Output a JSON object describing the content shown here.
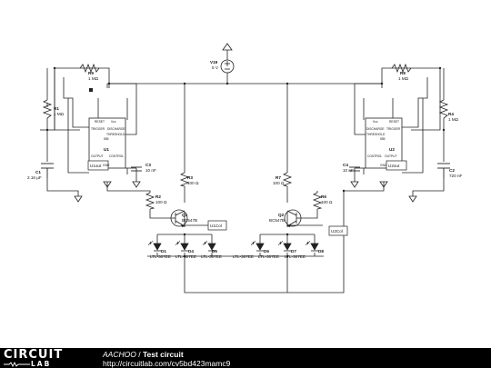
{
  "schematic": {
    "source": {
      "name": "V19",
      "value": "5 V"
    },
    "left": {
      "r_top": {
        "name": "R9",
        "value": "1 MΩ"
      },
      "r_side": {
        "name": "R1",
        "value": "1 MΩ"
      },
      "r_mid": {
        "name": "R3",
        "value": "100 Ω"
      },
      "r_base": {
        "name": "R2",
        "value": "100 Ω"
      },
      "cap_timing": {
        "name": "C1",
        "value": "2.16 µF"
      },
      "cap_ctrl": {
        "name": "C3",
        "value": "10 nF"
      },
      "ic": {
        "name": "U1",
        "part": "555",
        "pin_reset": "RESET",
        "pin_vcc": "Vcc",
        "pin_trigger": "TRIGGER",
        "pin_discharge": "DISCHARGE",
        "pin_threshold": "THRESHOLD",
        "pin_output": "OUTPUT",
        "pin_control": "CONTROL",
        "pin_gnd": "GND"
      },
      "node_out": "U1out",
      "transistor": {
        "name": "Q1",
        "part": "BC547B"
      },
      "node_col": "U1Col",
      "leds": [
        {
          "name": "D1",
          "part": "LTL-307EE"
        },
        {
          "name": "D4",
          "part": "LTL-307EE"
        },
        {
          "name": "D5",
          "part": "LTL-307EE"
        }
      ]
    },
    "right": {
      "r_top": {
        "name": "R8",
        "value": "1 MΩ"
      },
      "r_side": {
        "name": "R4",
        "value": "1 MΩ"
      },
      "r_mid": {
        "name": "R7",
        "value": "100 Ω"
      },
      "r_base": {
        "name": "R6",
        "value": "100 Ω"
      },
      "cap_timing": {
        "name": "C2",
        "value": "720 nF"
      },
      "cap_ctrl": {
        "name": "C4",
        "value": "10 nF"
      },
      "ic": {
        "name": "U2",
        "part": "555",
        "pin_reset": "RESET",
        "pin_vcc": "Vcc",
        "pin_trigger": "TRIGGER",
        "pin_discharge": "DISCHARGE",
        "pin_threshold": "THRESHOLD",
        "pin_output": "OUTPUT",
        "pin_control": "CONTROL",
        "pin_gnd": "GND"
      },
      "node_out": "U2out",
      "transistor": {
        "name": "Q2",
        "part": "BC547B"
      },
      "node_col": "U2Col",
      "leds": [
        {
          "name": "D6",
          "part": "LTL-307EE"
        },
        {
          "name": "D7",
          "part": "LTL-307EE"
        },
        {
          "name": "D8",
          "part": "LTL-307EE"
        }
      ]
    }
  },
  "footer": {
    "logo_top": "CIRCUIT",
    "logo_bottom": "LAB",
    "author": "AACHOO",
    "separator": " / ",
    "title": "Test circuit",
    "url": "http://circuitlab.com/cv5bd423mamc9"
  }
}
